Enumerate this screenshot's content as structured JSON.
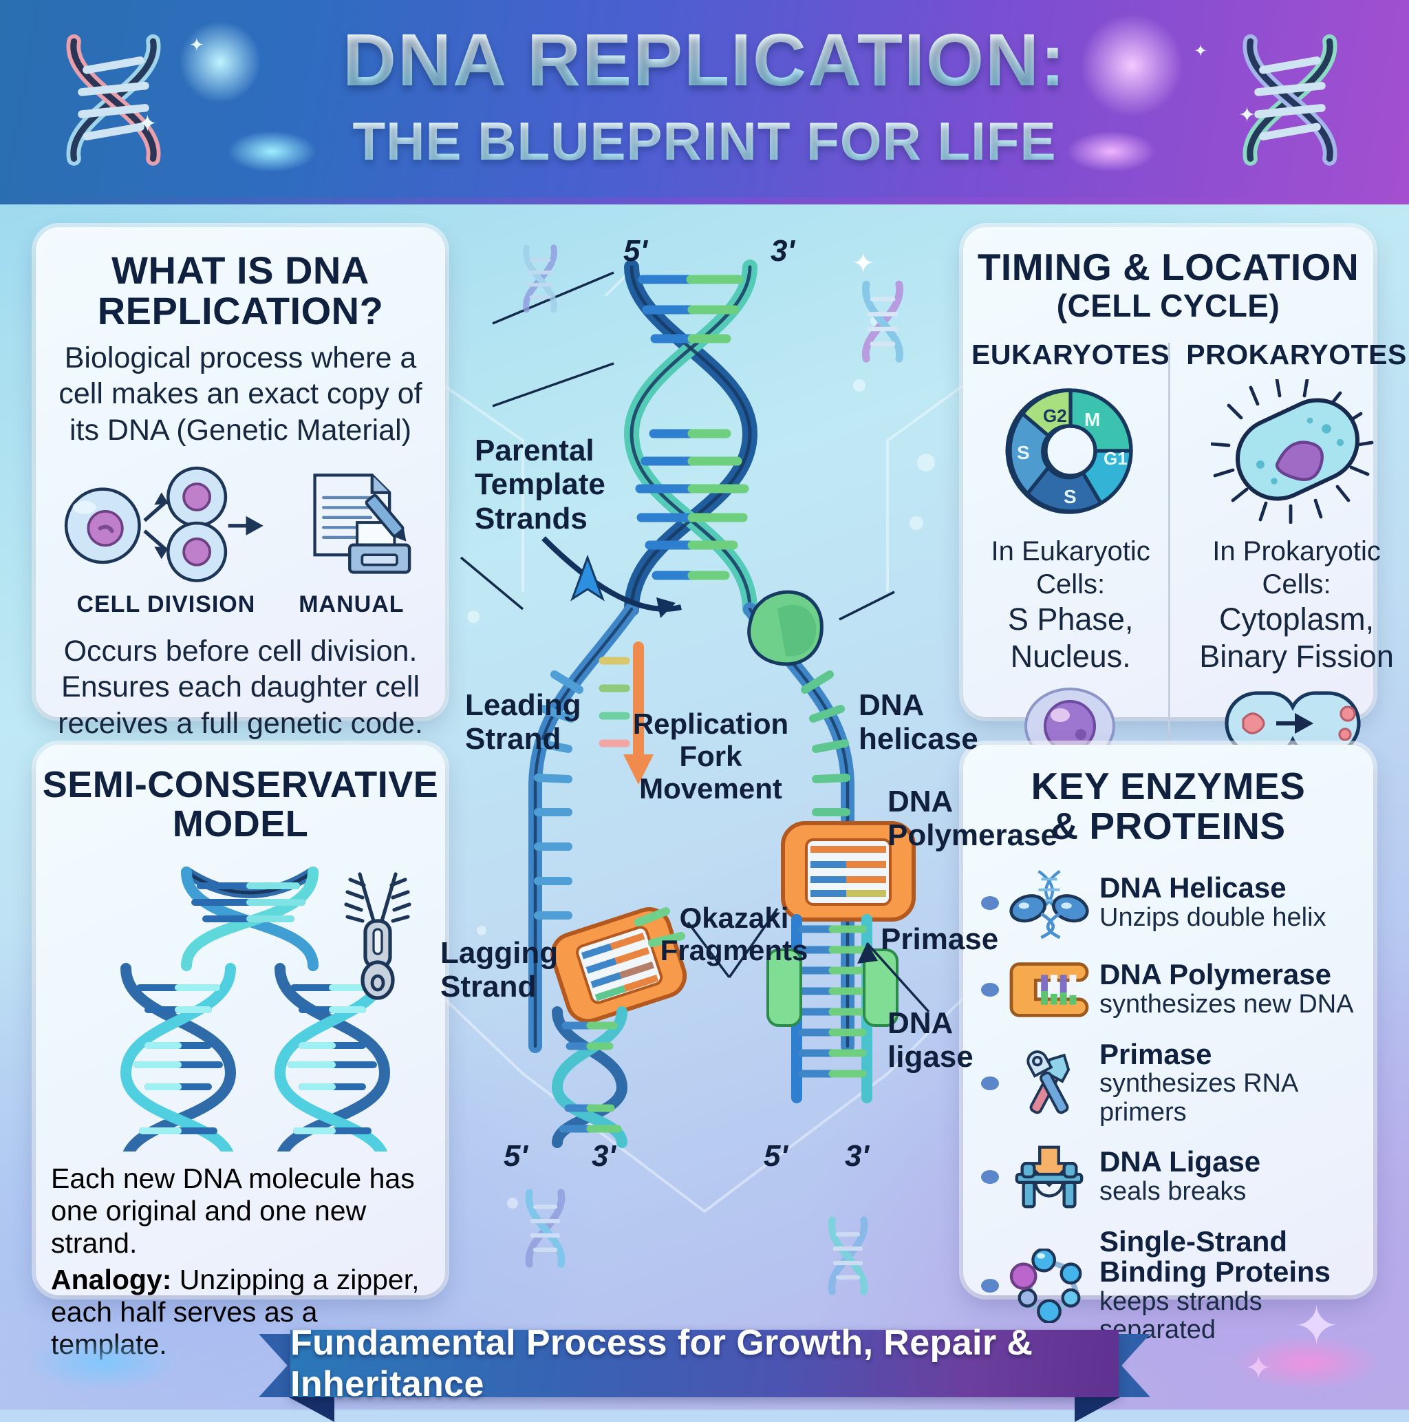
{
  "header": {
    "title": "DNA REPLICATION:",
    "subtitle": "THE BLUEPRINT FOR LIFE",
    "left_icon": "dna-helix-icon",
    "right_icon": "dna-helix-icon"
  },
  "card_what": {
    "title": "WHAT IS DNA REPLICATION?",
    "body": "Biological process where a cell makes an exact copy of its DNA (Genetic Material)",
    "icon_left_caption": "CELL DIVISION",
    "icon_right_caption": "MANUAL",
    "footer": "Occurs before cell division. Ensures each daughter cell receives a full genetic code."
  },
  "card_semi": {
    "title": "SEMI-CONSERVATIVE MODEL",
    "footer_line1": "Each new DNA molecule has one original and one new strand.",
    "analogy_label": "Analogy:",
    "analogy_text": " Unzipping a zipper, each half serves as a template."
  },
  "card_timing": {
    "title_line1": "TIMING & LOCATION",
    "title_line2": "(CELL CYCLE)",
    "columns": [
      {
        "head": "EUKARYOTES",
        "text_line1": "In Eukaryotic Cells:",
        "text_line2": "S Phase,",
        "text_line3": "Nucleus.",
        "icon": "nucleus-cell-icon"
      },
      {
        "head": "PROKARYOTES",
        "text_line1": "In Prokaryotic Cells:",
        "text_line2": "Cytoplasm,",
        "text_line3": "Binary Fission",
        "icon": "binary-fission-icon"
      }
    ],
    "cell_cycle_phases": [
      {
        "label": "G2",
        "color": "#a9e07f"
      },
      {
        "label": "M",
        "color": "#46c58f"
      },
      {
        "label": "G1",
        "color": "#33b4d6"
      },
      {
        "label": "S",
        "color": "#2f6ba8"
      },
      {
        "label": "S",
        "color": "#4e9bd0"
      }
    ]
  },
  "card_enzymes": {
    "title_line1": "KEY ENZYMES",
    "title_line2": "& PROTEINS",
    "items": [
      {
        "name": "DNA Helicase",
        "desc": "Unzips double helix",
        "icon": "helicase-icon"
      },
      {
        "name": "DNA Polymerase",
        "desc": "synthesizes new DNA",
        "icon": "polymerase-clamp-icon"
      },
      {
        "name": "Primase",
        "desc": "synthesizes RNA primers",
        "icon": "tools-cross-icon"
      },
      {
        "name": "DNA Ligase",
        "desc": "seals breaks",
        "icon": "ligase-seal-icon"
      },
      {
        "name": "Single-Strand Binding Proteins",
        "desc": "keeps strands separated",
        "icon": "ssb-beads-icon"
      }
    ]
  },
  "diagram": {
    "labels": {
      "parental": "Parental Template Strands",
      "leading": "Leading Strand",
      "lagging": "Lagging Strand",
      "helicase": "DNA helicase",
      "fork": "Replication Fork Movement",
      "okazaki": "Okazaki Fragments",
      "polymerase": "DNA Polymerase",
      "primase": "Primase",
      "ligase": "DNA ligase"
    },
    "ticks": {
      "top_left": "5'",
      "top_right": "3'",
      "bottom_left_a": "5'",
      "bottom_left_b": "3'",
      "bottom_right_a": "5'",
      "bottom_right_b": "3'"
    }
  },
  "ribbon": {
    "text": "Fundamental Process for Growth, Repair & Inheritance"
  },
  "colors": {
    "header_start": "#2a6fb0",
    "header_end": "#a34fd0",
    "card_bg": "#f1faff",
    "text_dark": "#10203f",
    "accent_orange": "#f6a23c",
    "accent_green": "#6cd08a",
    "accent_blue": "#3f7fd0",
    "ribbon_start": "#2b78b8",
    "ribbon_end": "#5f3191"
  }
}
